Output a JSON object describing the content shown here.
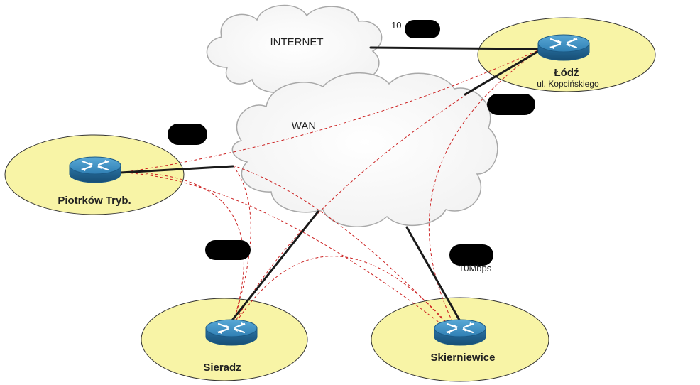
{
  "clouds": {
    "internet": {
      "label": "INTERNET"
    },
    "wan": {
      "label": "WAN"
    }
  },
  "sites": {
    "lodz": {
      "name": "Łódź",
      "address": "ul. Kopcińskiego"
    },
    "piotrkow": {
      "name": "Piotrków Tryb."
    },
    "sieradz": {
      "name": "Sieradz"
    },
    "skierniewice": {
      "name": "Skierniewice"
    }
  },
  "links": {
    "internet_lodz": {
      "label_partial": "10"
    },
    "wan_skierniewice": {
      "label": "10Mbps"
    }
  },
  "colors": {
    "site_fill": "#f8f4a6",
    "router_blue": "#2f7fb4",
    "link": "#1a1a1a",
    "dashed": "#cc2222",
    "redaction": "#000000"
  }
}
